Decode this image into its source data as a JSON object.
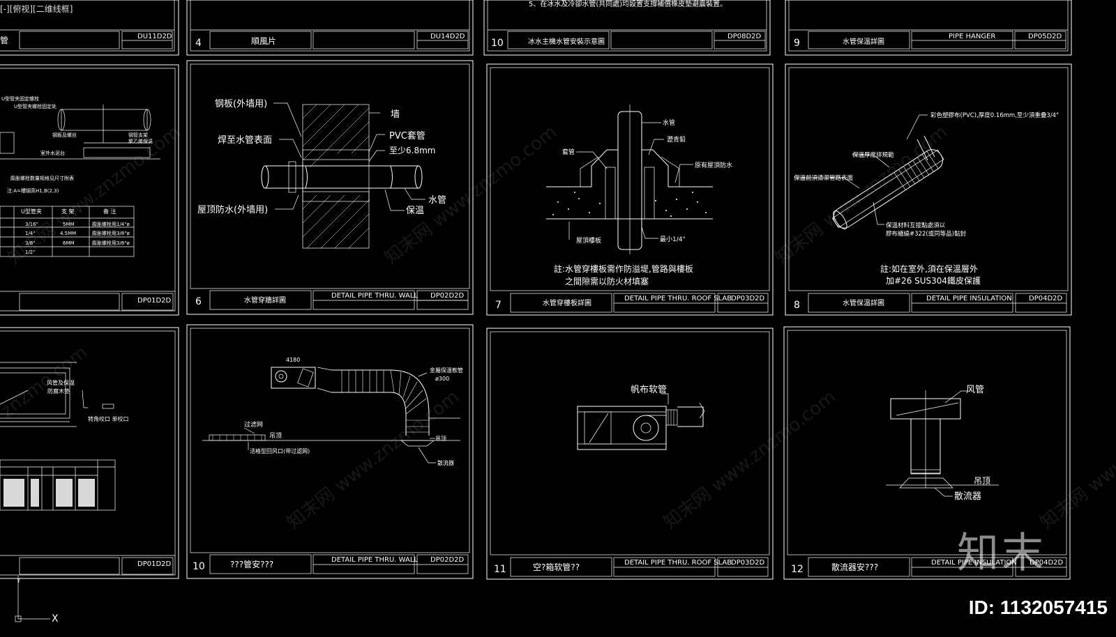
{
  "viewport": {
    "label": "[-][俯视][二维线框]"
  },
  "ucs": {
    "x_label": "X",
    "y_label": "Y"
  },
  "watermark": {
    "site": "znzmo.com",
    "cn": "知末网 www.znzmo.com"
  },
  "logo": {
    "text": "知末"
  },
  "image_id": {
    "text": "ID: 1132057415"
  },
  "sheets": [
    {
      "num": "",
      "title": "",
      "en": "",
      "code": "DU11D2D"
    },
    {
      "num": "4",
      "title": "順風片",
      "en": "",
      "code": "DU14D2D"
    },
    {
      "num": "10",
      "title": "冰水主機水管安裝示意圖",
      "en": "",
      "code": "DP08D2D",
      "note": "5、在冰水及冷卻水管(共同處)均設置支撐補償橡皮墊避震裝置。"
    },
    {
      "num": "9",
      "title": "水管保溫詳圖",
      "en": "PIPE HANGER",
      "code": "DP05D2D"
    },
    {
      "num": "",
      "title": "",
      "en": "",
      "code": "DP01D2D"
    },
    {
      "num": "6",
      "title": "水管穿牆詳圖",
      "en": "DETAIL PIPE THRU. WALL",
      "code": "DP02D2D"
    },
    {
      "num": "7",
      "title": "水管穿樓板詳圖",
      "en": "DETAIL PIPE THRU. ROOF SLAB",
      "code": "DP03D2D"
    },
    {
      "num": "8",
      "title": "水管保溫詳圖",
      "en": "DETAIL PIPE INSULATION",
      "code": "DP04D2D"
    },
    {
      "num": "",
      "title": "",
      "en": "",
      "code": "DP01D2D"
    },
    {
      "num": "10",
      "title": "???管安???",
      "en": "DETAIL PIPE THRU. WALL",
      "code": "DP02D2D"
    },
    {
      "num": "11",
      "title": "空?箱软管??",
      "en": "DETAIL PIPE THRU. ROOF SLAB",
      "code": "DP03D2D"
    },
    {
      "num": "12",
      "title": "散流器安???",
      "en": "DETAIL PIPE INSULATION",
      "code": "DP04D2D"
    }
  ],
  "wall_detail": {
    "labels": [
      "钢板(外墙用)",
      "焊至水管表面",
      "屋顶防水(外墙用)",
      "墙",
      "PVC套管",
      "至少6.8mm",
      "水管",
      "保温"
    ]
  },
  "slab_detail": {
    "labels": [
      "水管",
      "瀝青鉛",
      "套管",
      "原有屋頂防水",
      "屋頂樓板",
      "最小1/4\""
    ],
    "note1": "註:水管穿樓板需作防溢堤,管路與樓板",
    "note2": "之間隙需以防火材填塞"
  },
  "insulation_detail": {
    "labels": [
      "彩色塑膠布(PVC),厚度0.16mm,至少須重疊3/4\"",
      "保溫厚度詳規範",
      "保溫前須清潔管路表面",
      "保溫材料互接點處須以",
      "膠布纏繞#322(或同等品)黏封"
    ],
    "note1": "註:如在室外,須在保溫層外",
    "note2": "加#26 SUS304鐵皮保護"
  },
  "duct_detail": {
    "labels": [
      "4180",
      "金屬保溫軟管",
      "ø300",
      "过滤网",
      "吊顶",
      "活格型回风口(带过滤网)",
      "吊顶",
      "散流器"
    ]
  },
  "fcu_detail": {
    "labels": [
      "帆布软管"
    ]
  },
  "diffuser_detail": {
    "labels": [
      "风管",
      "吊顶",
      "散流器"
    ]
  },
  "left_col": {
    "top_labels": [
      "U型管夹固定螺栓",
      "U型管夹螺栓固定处",
      "钢板及螺丝",
      "钢管支架",
      "聚乙烯保温",
      "室外水泥台",
      "膨胀螺栓数量规格见尺寸附表",
      "注:A=槽钢高H1,B(2,3)"
    ],
    "table_headers": [
      "U型管夹",
      "支 架",
      "备 注"
    ],
    "table_rows": [
      [
        "3/16\"",
        "5MM",
        "膨胀螺栓用1/4\"ø"
      ],
      [
        "1/4\"",
        "4.5MM",
        "膨胀螺栓用3/8\"ø"
      ],
      [
        "3/8\"",
        "6MM",
        "膨胀螺栓用3/8\"ø"
      ],
      [
        "1/2\"",
        "",
        ""
      ]
    ],
    "bottom_labels": [
      "风管及保温",
      "防腐木垫",
      "转角咬口 单咬口"
    ]
  }
}
